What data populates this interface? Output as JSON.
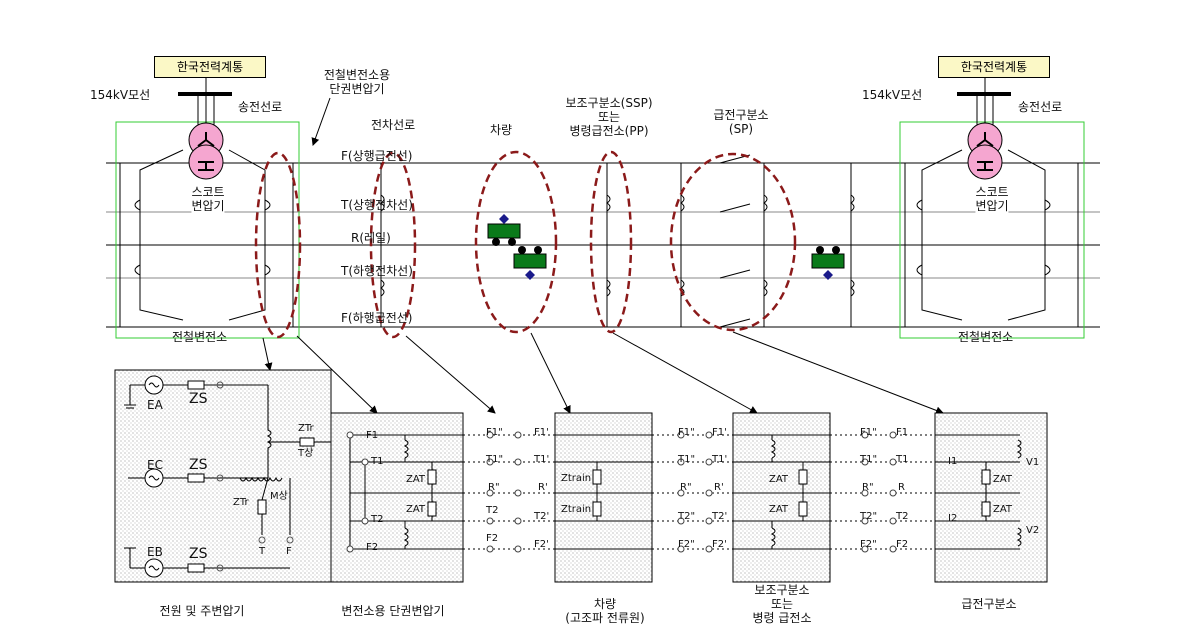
{
  "top": {
    "kepco_left": "한국전력계통",
    "kepco_right": "한국전력계통",
    "bus_left": "154kV모선",
    "bus_right": "154kV모선",
    "tline_left": "송전선로",
    "tline_right": "송전선로",
    "scott_left": "스코트\n변압기",
    "scott_right": "스코트\n변압기",
    "sub_left": "전철변전소",
    "sub_right": "전철변전소",
    "single_tr": "전철변전소용\n단권변압기",
    "catenary": "전차선로",
    "vehicle": "차량",
    "ssp": "보조구분소(SSP)\n또는\n병령급전소(PP)",
    "sp": "급전구분소\n(SP)",
    "line_f_up": "F(상행급전선)",
    "line_t_up": "T(상행전차선)",
    "line_r": "R(레일)",
    "line_t_dn": "T(하행전차선)",
    "line_f_dn": "F(하행급전선)"
  },
  "bottom": {
    "src_ea": "EA",
    "src_ec": "EC",
    "src_eb": "EB",
    "zs": "ZS",
    "ztr": "ZTr",
    "t_up": "T상",
    "m_up": "M상",
    "t_lbl": "T",
    "f_lbl": "F",
    "zat": "ZAT",
    "ztrain": "Ztrain",
    "f1": "F1",
    "t1": "T1",
    "r": "R",
    "t2": "T2",
    "f2": "F2",
    "f1p": "F1'",
    "t1p": "T1'",
    "rp": "R'",
    "t2p": "T2'",
    "f2p": "F2'",
    "f1pp": "F1\"",
    "t1pp": "T1\"",
    "rpp": "R\"",
    "t2pp": "T2\"",
    "f2pp": "F2\"",
    "i1": "I1",
    "i2": "I2",
    "v1": "V1",
    "v2": "V2"
  },
  "captions": {
    "c1": "전원 및 주변압기",
    "c2": "변전소용 단권변압기",
    "c3": "차량\n(고조파 전류원)",
    "c4": "보조구분소\n또는\n병령 급전소",
    "c5": "급전구분소"
  }
}
